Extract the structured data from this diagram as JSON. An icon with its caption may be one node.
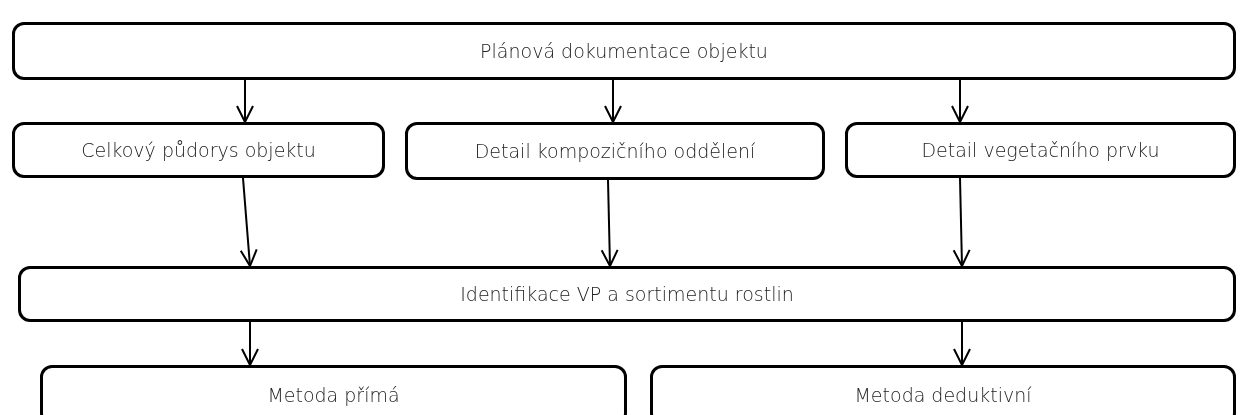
{
  "diagram": {
    "nodes": [
      {
        "text": [
          "Plánová dokumentace objektu"
        ]
      },
      {
        "text": [
          "Celkový půdorys objektu"
        ]
      },
      {
        "text": [
          "Detail kompozičního oddělení"
        ]
      },
      {
        "text": [
          "Detail vegetačního prvku"
        ]
      },
      {
        "text": [
          "Identifikace VP a sortimentu rostlin"
        ]
      },
      {
        "text": [
          "Metoda přímá"
        ]
      },
      {
        "text": [
          "Metoda deduktivní"
        ]
      }
    ],
    "edges": [
      {
        "from": 0,
        "to": 1,
        "arrow": "to"
      },
      {
        "from": 0,
        "to": 2,
        "arrow": "to"
      },
      {
        "from": 0,
        "to": 3,
        "arrow": "to"
      },
      {
        "from": 1,
        "to": 4,
        "arrow": "to"
      },
      {
        "from": 2,
        "to": 4,
        "arrow": "to"
      },
      {
        "from": 3,
        "to": 4,
        "arrow": "to"
      },
      {
        "from": 4,
        "to": 5,
        "arrow": "to"
      },
      {
        "from": 4,
        "to": 6,
        "arrow": "to"
      }
    ]
  }
}
